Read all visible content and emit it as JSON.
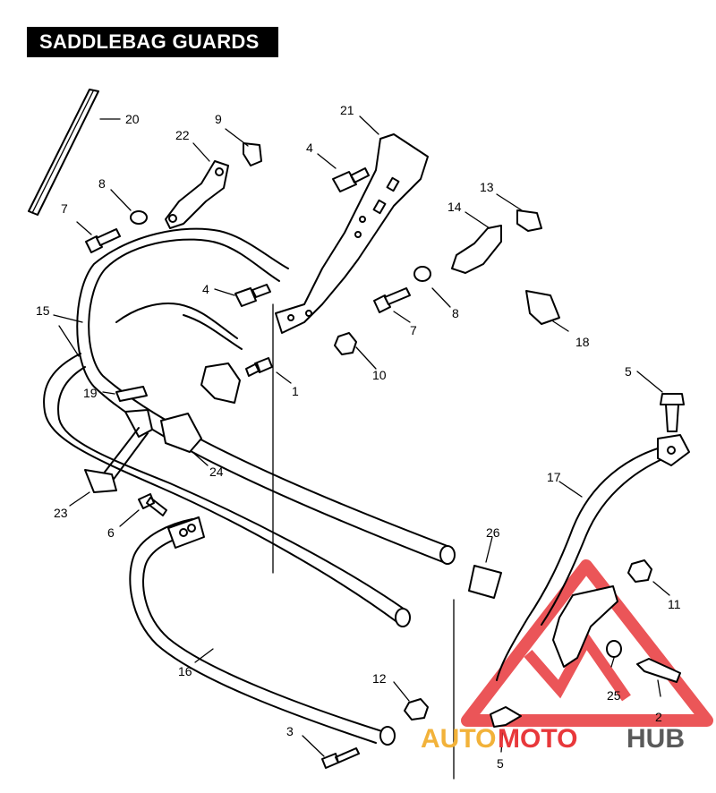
{
  "title": "SADDLEBAG GUARDS",
  "callouts": [
    "20",
    "9",
    "22",
    "21",
    "4",
    "8",
    "7",
    "13",
    "14",
    "15",
    "4",
    "8",
    "7",
    "18",
    "10",
    "1",
    "19",
    "5",
    "24",
    "17",
    "23",
    "6",
    "26",
    "11",
    "16",
    "12",
    "25",
    "2",
    "3",
    "5"
  ],
  "watermark": {
    "part1": "AUTO",
    "part2": "MOTO",
    "part3": "HUB",
    "color_orange": "#f2b23a",
    "color_red": "#e8383b",
    "color_gray": "#5a5a5a"
  }
}
